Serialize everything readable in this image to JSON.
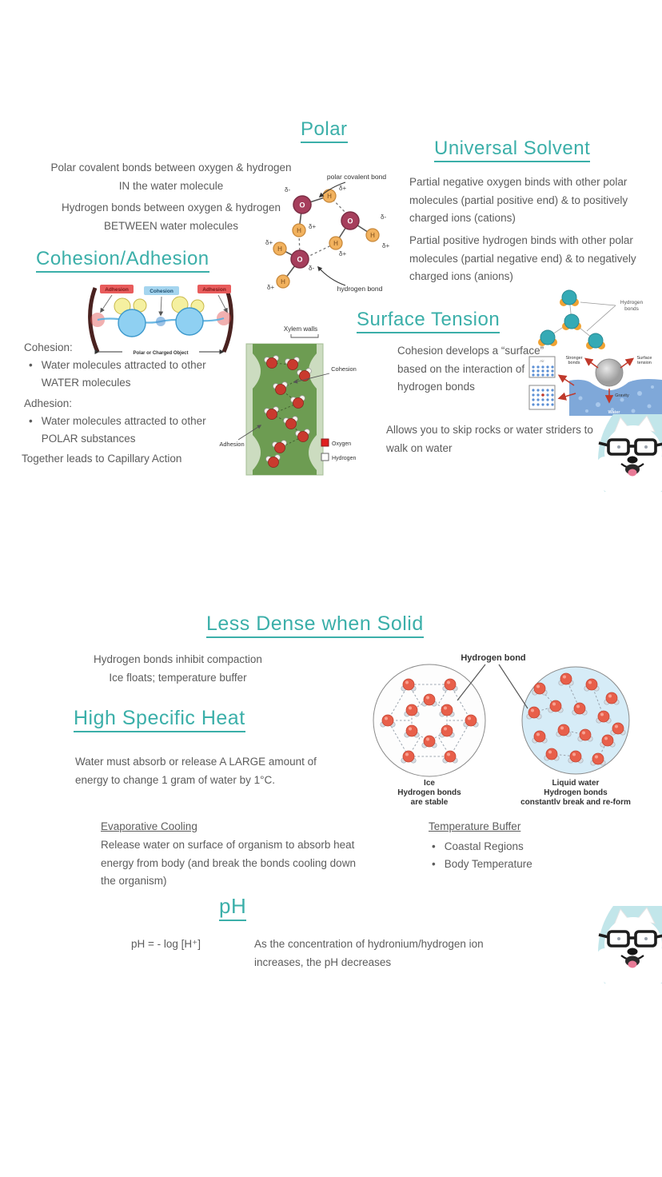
{
  "slide1": {
    "polar": {
      "title": "Polar",
      "line1a": "Polar covalent bonds between oxygen & hydrogen",
      "line1b": "IN the water molecule",
      "line2a": "Hydrogen bonds between oxygen & hydrogen",
      "line2b": "BETWEEN water molecules"
    },
    "molecule_diagram": {
      "label_covalent": "polar covalent bond",
      "label_hydrogen": "hydrogen bond",
      "delta_minus": "δ-",
      "delta_plus": "δ+",
      "o_label": "O",
      "h_label": "H"
    },
    "universal_solvent": {
      "title": "Universal Solvent",
      "p1": "Partial negative oxygen binds with other polar molecules (partial positive end) & to positively charged ions (cations)",
      "p2": "Partial positive hydrogen binds with other polar molecules (partial negative end) & to negatively charged ions (anions)"
    },
    "cohesion_adhesion": {
      "title": "Cohesion/Adhesion",
      "diagram": {
        "adhesion_label": "Adhesion",
        "cohesion_label": "Cohesion",
        "axis_label": "Polar or Charged Object"
      },
      "cohesion_heading": "Cohesion:",
      "cohesion_bullet": "Water molecules attracted to other WATER molecules",
      "adhesion_heading": "Adhesion:",
      "adhesion_bullet": "Water molecules attracted to other POLAR substances",
      "footer": "Together leads to Capillary Action"
    },
    "xylem": {
      "top_label": "Xylem walls",
      "cohesion_label": "Cohesion",
      "adhesion_label": "Adhesion",
      "legend_oxygen": "Oxygen",
      "legend_hydrogen": "Hydrogen"
    },
    "surface_tension": {
      "title": "Surface Tension",
      "p1": "Cohesion develops a “surface” based on the interaction of hydrogen bonds",
      "p2": "Allows you to skip rocks or water striders to walk on water",
      "cluster_label_1": "Hydrogen",
      "cluster_label_2": "bonds",
      "rock": {
        "stronger_1": "Stronger",
        "stronger_2": "bonds",
        "surface_1": "Surface",
        "surface_2": "tension",
        "gravity": "Gravity",
        "water": "Water",
        "air": "Air"
      }
    }
  },
  "slide2": {
    "less_dense": {
      "title": "Less Dense when Solid",
      "line1": "Hydrogen bonds inhibit compaction",
      "line2": "Ice floats; temperature buffer"
    },
    "ice_diagram": {
      "top_label": "Hydrogen bond",
      "ice_cap1": "Ice",
      "ice_cap2": "Hydrogen bonds",
      "ice_cap3": "are stable",
      "liquid_cap1": "Liquid water",
      "liquid_cap2": "Hydrogen bonds",
      "liquid_cap3": "constantly break and re-form"
    },
    "high_specific_heat": {
      "title": "High Specific Heat",
      "p1": "Water must absorb or release A LARGE amount of energy to change 1 gram of water by 1°C."
    },
    "evaporative_cooling": {
      "title": "Evaporative Cooling",
      "body": "Release water on surface of organism to absorb heat energy from body (and break the bonds cooling down the organism)"
    },
    "temperature_buffer": {
      "title": "Temperature Buffer",
      "bullets": [
        "Coastal Regions",
        "Body Temperature"
      ]
    },
    "ph": {
      "title": "pH",
      "formula": "pH = - log [H⁺]",
      "note": "As the concentration of hydronium/hydrogen ion increases, the pH decreases"
    }
  },
  "colors": {
    "heading_teal": "#3bafa9",
    "body_gray": "#5c5c5c",
    "oxygen_maroon": "#a63e5c",
    "hydrogen_tan": "#f2b25e",
    "water_blue": "#8fd0f2",
    "xylem_green": "#6d9c52",
    "ice_red": "#e85f4a",
    "dog_bg_teal": "#c2e6ea"
  }
}
